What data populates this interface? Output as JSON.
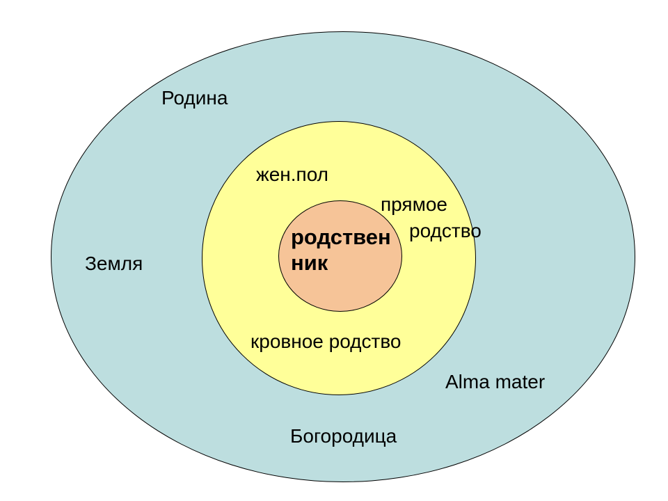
{
  "colors": {
    "background": "#FFFFFF",
    "outer_fill": "#BDDEDF",
    "middle_fill": "#FFFF99",
    "inner_fill": "#F6C498",
    "stroke": "#000000",
    "text": "#000000"
  },
  "labels": {
    "outer": {
      "rodina": "Родина",
      "zemlya": "Земля",
      "alma_mater": "Alma mater",
      "bogoroditsa": "Богородица"
    },
    "middle": {
      "zhen_pol": "жен.пол",
      "pryamoe": "прямое",
      "rodstvo": "родство",
      "krovnoe_rodstvo": "кровное родство"
    },
    "inner": {
      "line1": "родствен",
      "line2": "ник"
    }
  }
}
